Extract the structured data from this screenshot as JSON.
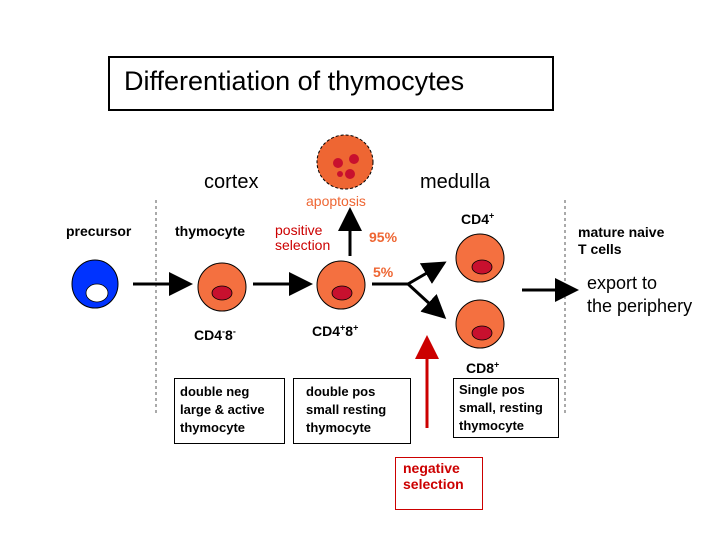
{
  "title": "Differentiation of thymocytes",
  "regions": {
    "cortex": "cortex",
    "medulla": "medulla"
  },
  "apoptosis": "apoptosis",
  "positive_selection": [
    "positive",
    "selection"
  ],
  "percent_95": "95%",
  "percent_5": "5%",
  "precursor": "precursor",
  "thymocyte": "thymocyte",
  "mature": [
    "mature naive",
    "T cells"
  ],
  "export": [
    "export to",
    "the periphery"
  ],
  "markers": {
    "dn": {
      "a": "CD4",
      "b": "-",
      "c": "8",
      "d": "-"
    },
    "dp": {
      "a": "CD4",
      "b": "+",
      "c": "8",
      "d": "+"
    },
    "cd4": {
      "a": "CD4",
      "b": "+"
    },
    "cd8": {
      "a": "CD8",
      "b": "+"
    }
  },
  "boxes": {
    "double_neg": [
      "double neg",
      "large & active",
      "thymocyte"
    ],
    "double_pos": [
      "double pos",
      "small resting",
      "thymocyte"
    ],
    "single_pos": [
      "Single pos",
      "small, resting",
      "thymocyte"
    ]
  },
  "negative_selection": [
    "negative",
    "selection"
  ],
  "colors": {
    "cell_orange": "#f47040",
    "nucleus_red": "#c8102e",
    "precursor_blue": "#0033ff",
    "apoptosis_orange": "#ee6633",
    "accent_red": "#cc0000"
  }
}
